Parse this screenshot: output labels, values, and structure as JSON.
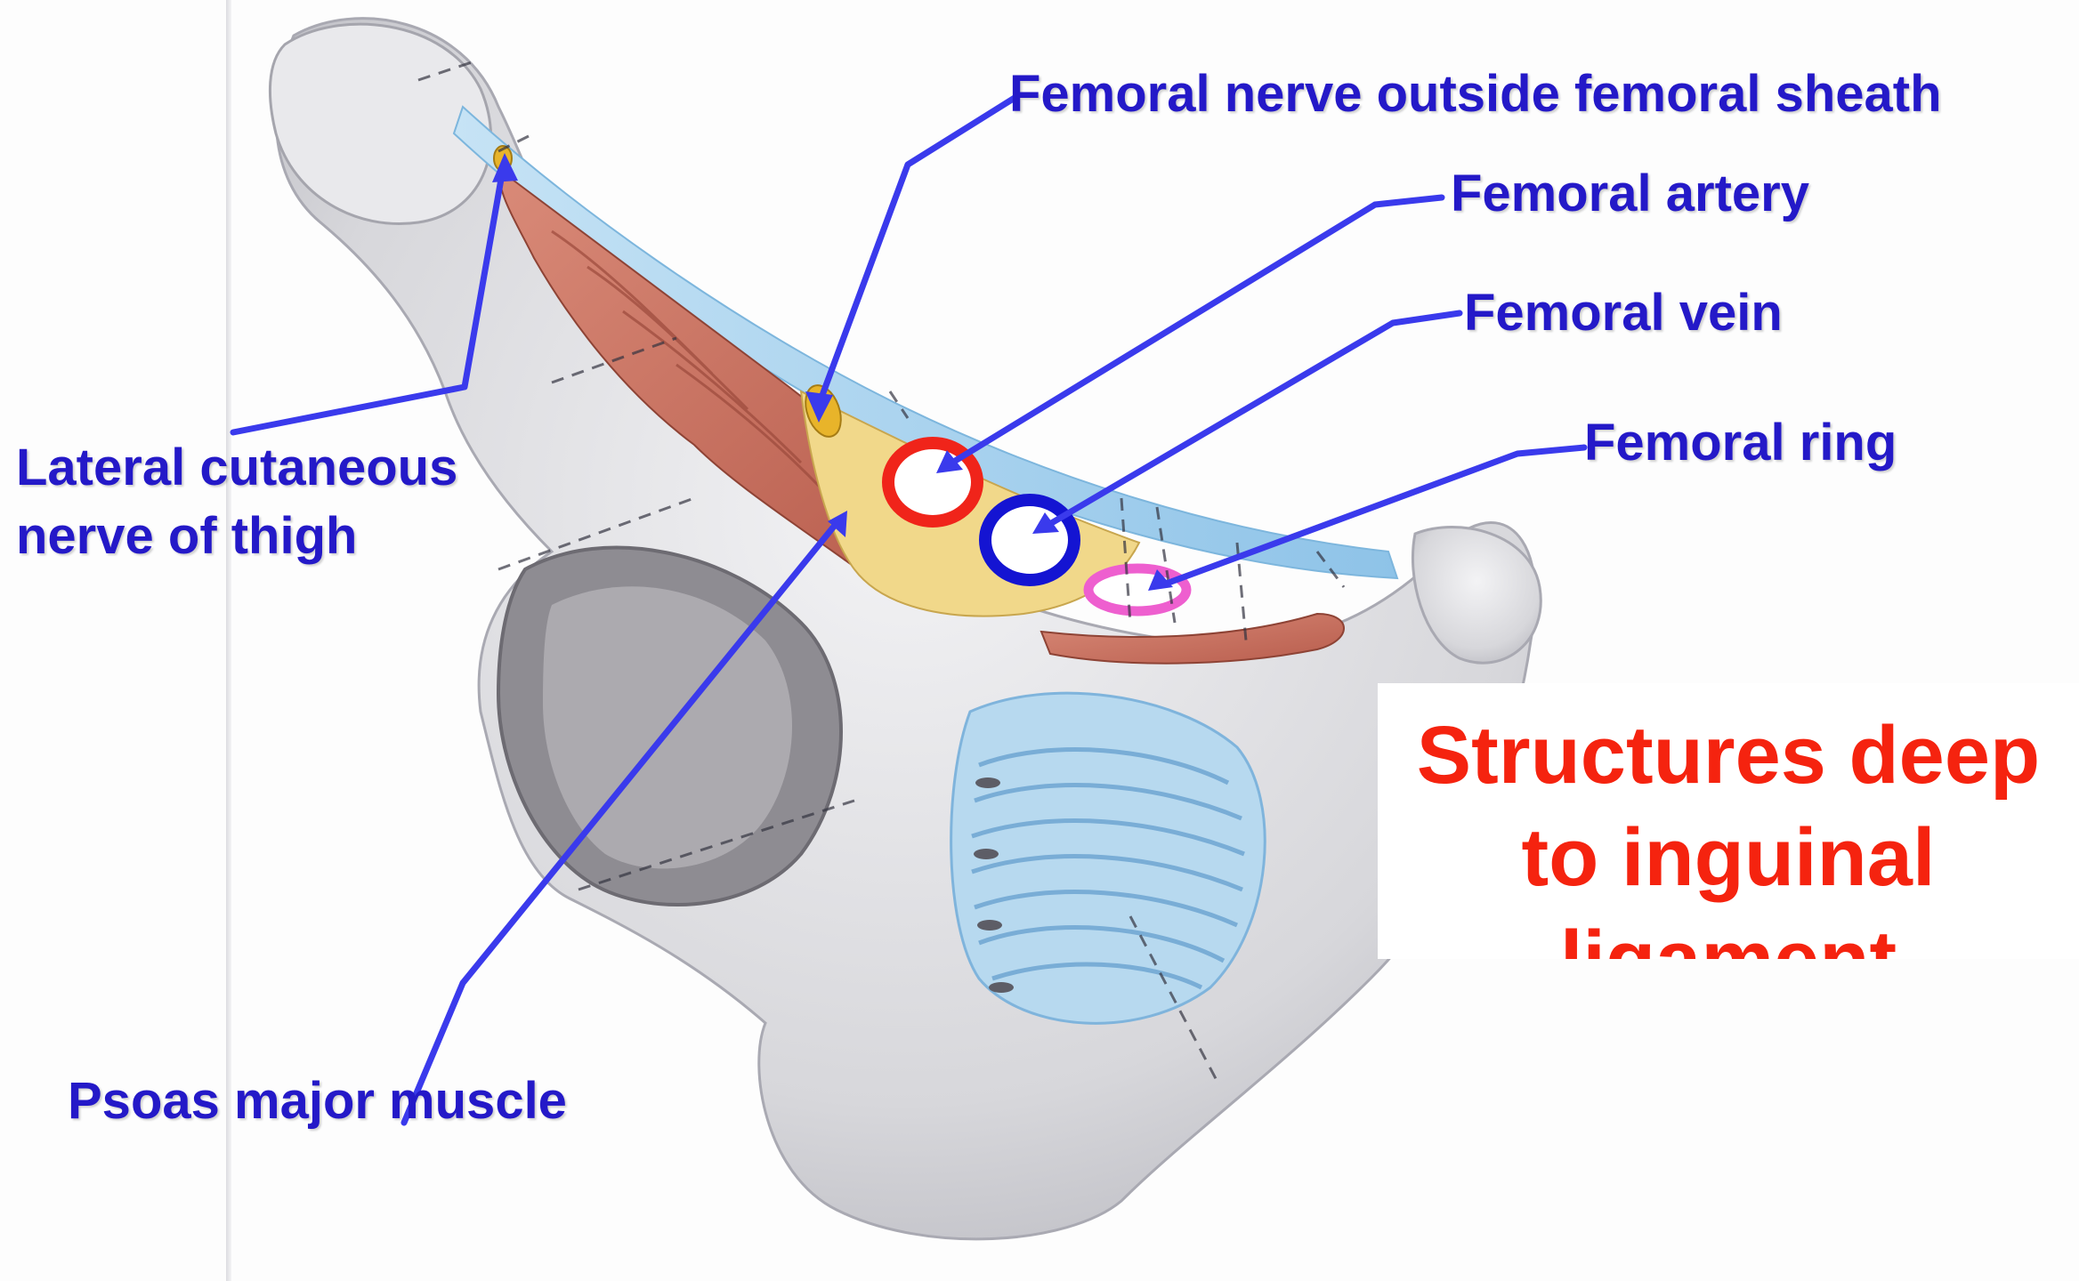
{
  "labels": {
    "femoral_nerve": "Femoral nerve outside femoral sheath",
    "femoral_artery": "Femoral artery",
    "femoral_vein": "Femoral vein",
    "femoral_ring": "Femoral ring",
    "lateral_cutaneous": "Lateral cutaneous nerve of thigh",
    "psoas_major": "Psoas major muscle"
  },
  "title": "Structures deep to inguinal ligament",
  "colors": {
    "label_text": "#2419c8",
    "leader_line": "#3a3aec",
    "title_text": "#f5230f",
    "artery_ring": "#f0241a",
    "vein_ring": "#1414d2",
    "femoral_ring": "#ee5fcf",
    "nerve": "#e8b42a",
    "bone": "#d8d8dc",
    "muscle": "#c9705f",
    "ligament": "#a9d4ef"
  }
}
